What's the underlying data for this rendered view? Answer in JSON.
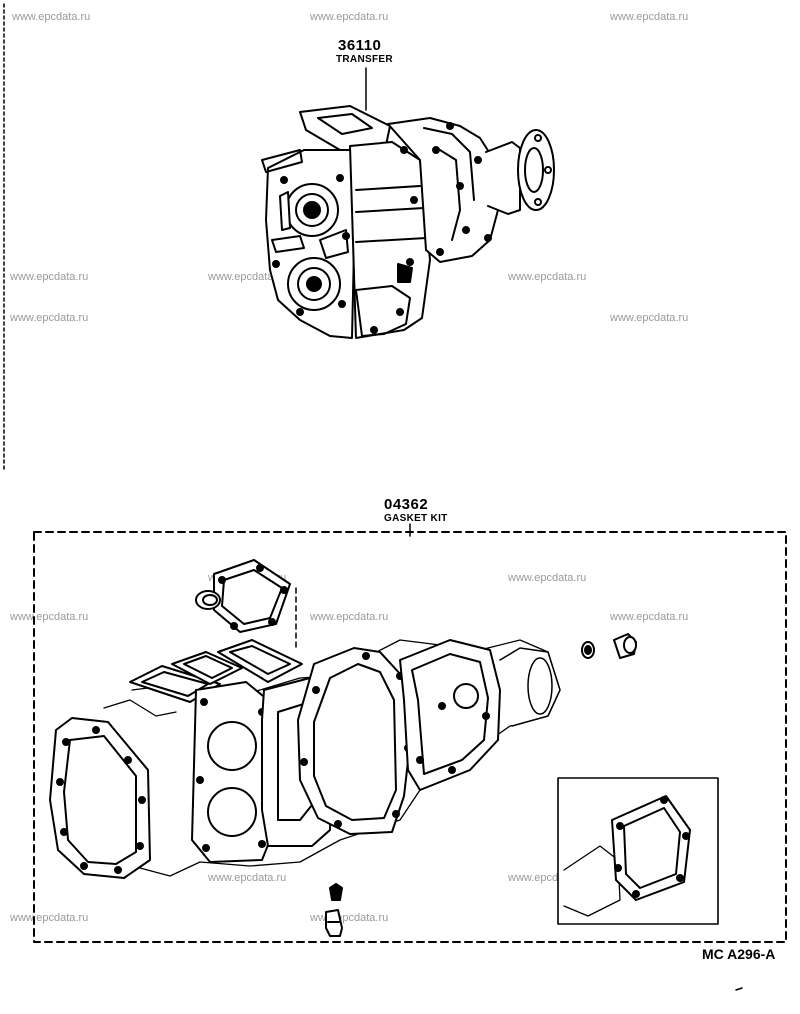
{
  "parts": [
    {
      "number": "36110",
      "name": "TRANSFER"
    },
    {
      "number": "04362",
      "name": "GASKET KIT"
    }
  ],
  "diagram_code": "MC A296-A",
  "watermark_text": "www.epcdata.ru",
  "colors": {
    "ink": "#000000",
    "watermark": "#9a9a9a",
    "background": "#ffffff"
  }
}
